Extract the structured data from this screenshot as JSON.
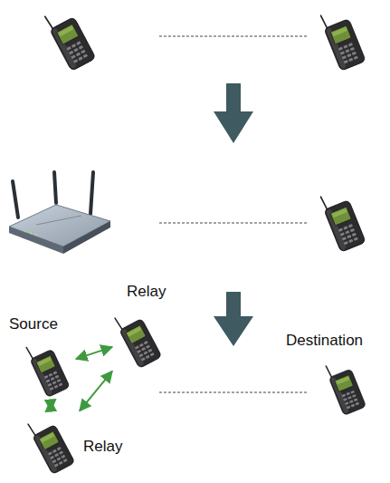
{
  "diagram": {
    "nodes": [
      {
        "text": [
          "Relay"
        ]
      },
      {
        "text": [
          "Source"
        ]
      },
      {
        "text": [
          "Destination"
        ]
      },
      {
        "text": [
          "Relay"
        ]
      }
    ],
    "edges": [
      {
        "from": 1,
        "to": 0,
        "arrow": "both"
      },
      {
        "from": 1,
        "to": 3,
        "arrow": "both"
      },
      {
        "from": 3,
        "to": 0,
        "arrow": "both"
      }
    ]
  }
}
